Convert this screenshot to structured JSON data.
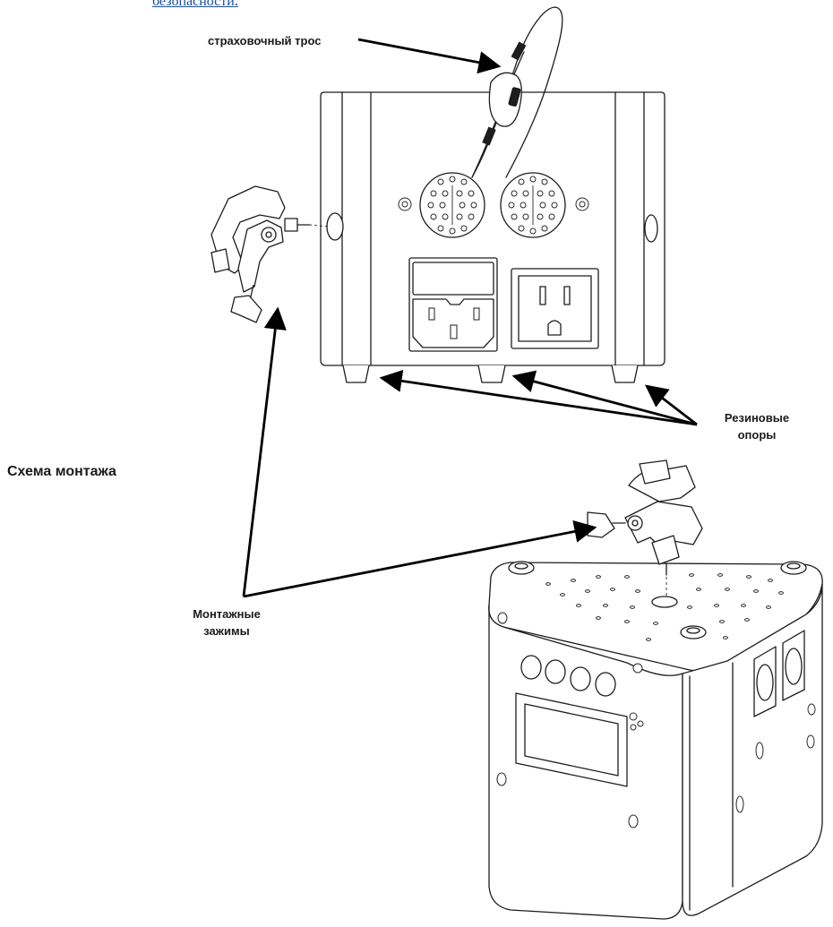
{
  "link_fragment": "безопасности",
  "link_trailing": ".",
  "title": "Схема монтажа",
  "labels": {
    "safety_cable": "страховочный трос",
    "rubber_feet_line1": "Резиновые",
    "rubber_feet_line2": "опоры",
    "clamps_line1": "Монтажные",
    "clamps_line2": "зажимы"
  }
}
